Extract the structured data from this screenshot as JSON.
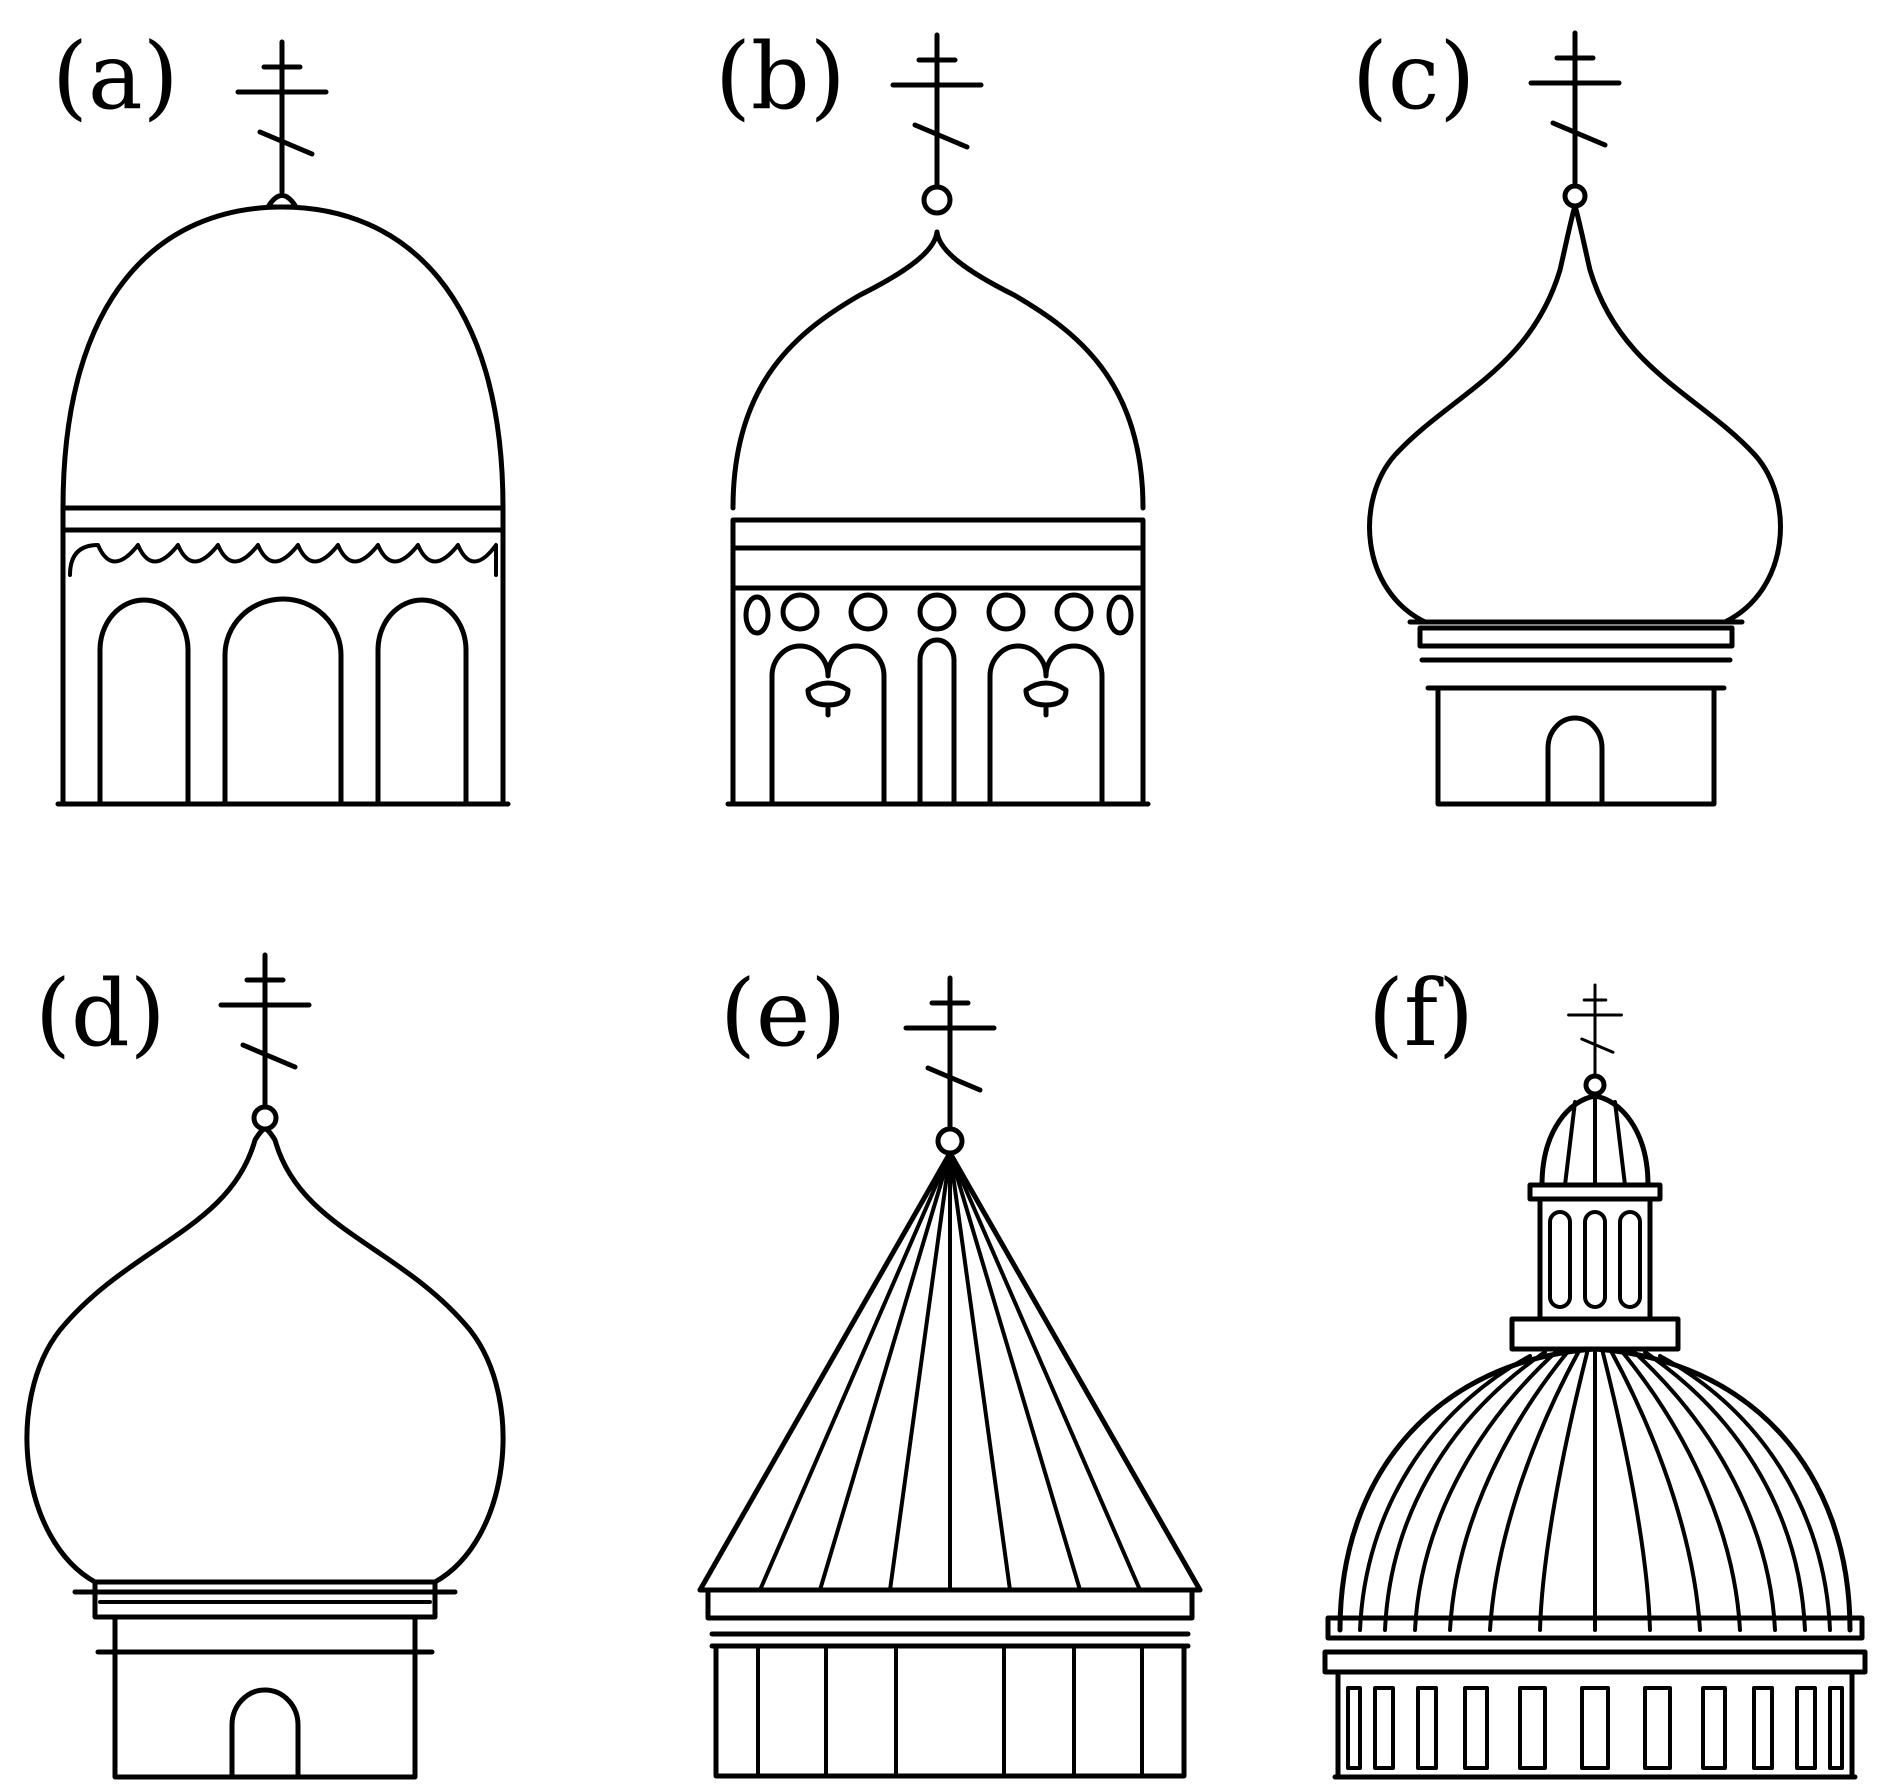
{
  "figure": {
    "panels": [
      {
        "id": "a",
        "label": "(a)",
        "shape": "semicircular-dome"
      },
      {
        "id": "b",
        "label": "(b)",
        "shape": "helmet-dome"
      },
      {
        "id": "c",
        "label": "(c)",
        "shape": "onion-dome"
      },
      {
        "id": "d",
        "label": "(d)",
        "shape": "large-onion-dome"
      },
      {
        "id": "e",
        "label": "(e)",
        "shape": "tent-roof"
      },
      {
        "id": "f",
        "label": "(f)",
        "shape": "ribbed-dome-with-lantern"
      }
    ],
    "line_color": "#000000",
    "background": "#ffffff"
  }
}
